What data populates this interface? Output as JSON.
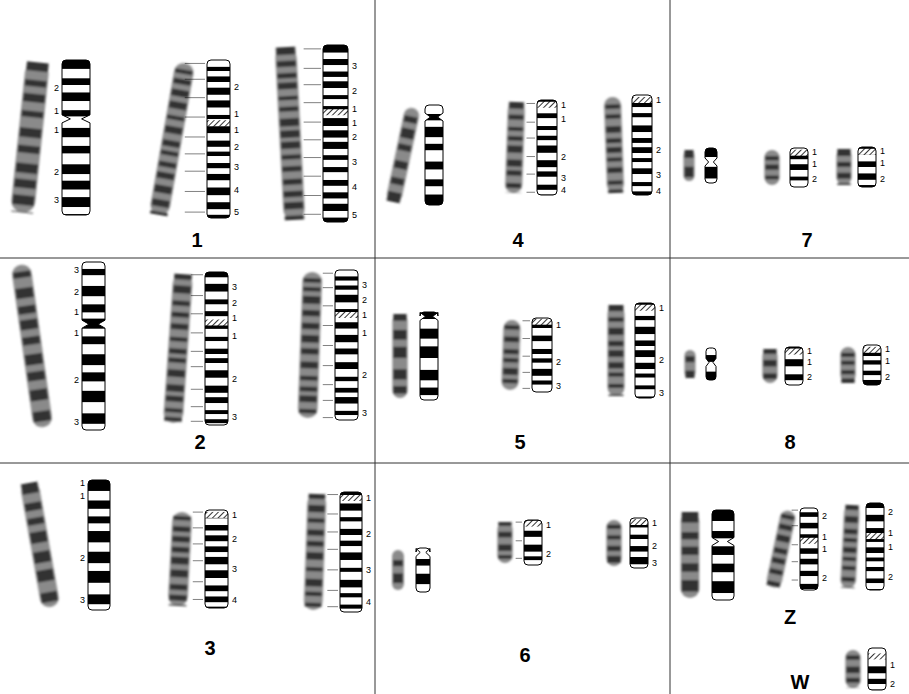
{
  "diagram": {
    "labels": [
      "2",
      "1",
      "1",
      "2",
      "3",
      "2",
      "1",
      "1",
      "2",
      "3",
      "4",
      "5",
      "3",
      "2",
      "1",
      "1",
      "2",
      "3",
      "4",
      "5",
      "3",
      "2",
      "1",
      "1",
      "2",
      "3",
      "3",
      "2",
      "1",
      "1",
      "2",
      "3",
      "3",
      "2",
      "1",
      "1",
      "2",
      "3",
      "1",
      "1",
      "2",
      "3",
      "1",
      "2",
      "3",
      "4",
      "1",
      "2",
      "3",
      "4",
      "1",
      "1",
      "2",
      "3",
      "4",
      "1",
      "2",
      "3",
      "4",
      "1",
      "2",
      "3",
      "1",
      "2",
      "3",
      "1",
      "2",
      "1",
      "2",
      "3",
      "1",
      "1",
      "2",
      "1",
      "1",
      "2",
      "1",
      "1",
      "2",
      "1",
      "1",
      "2",
      "2",
      "1",
      "1",
      "2",
      "2",
      "1",
      "1",
      "2",
      "1",
      "2",
      "1",
      "4",
      "7",
      "2",
      "5",
      "8",
      "3",
      "6",
      "Z",
      "W"
    ]
  }
}
